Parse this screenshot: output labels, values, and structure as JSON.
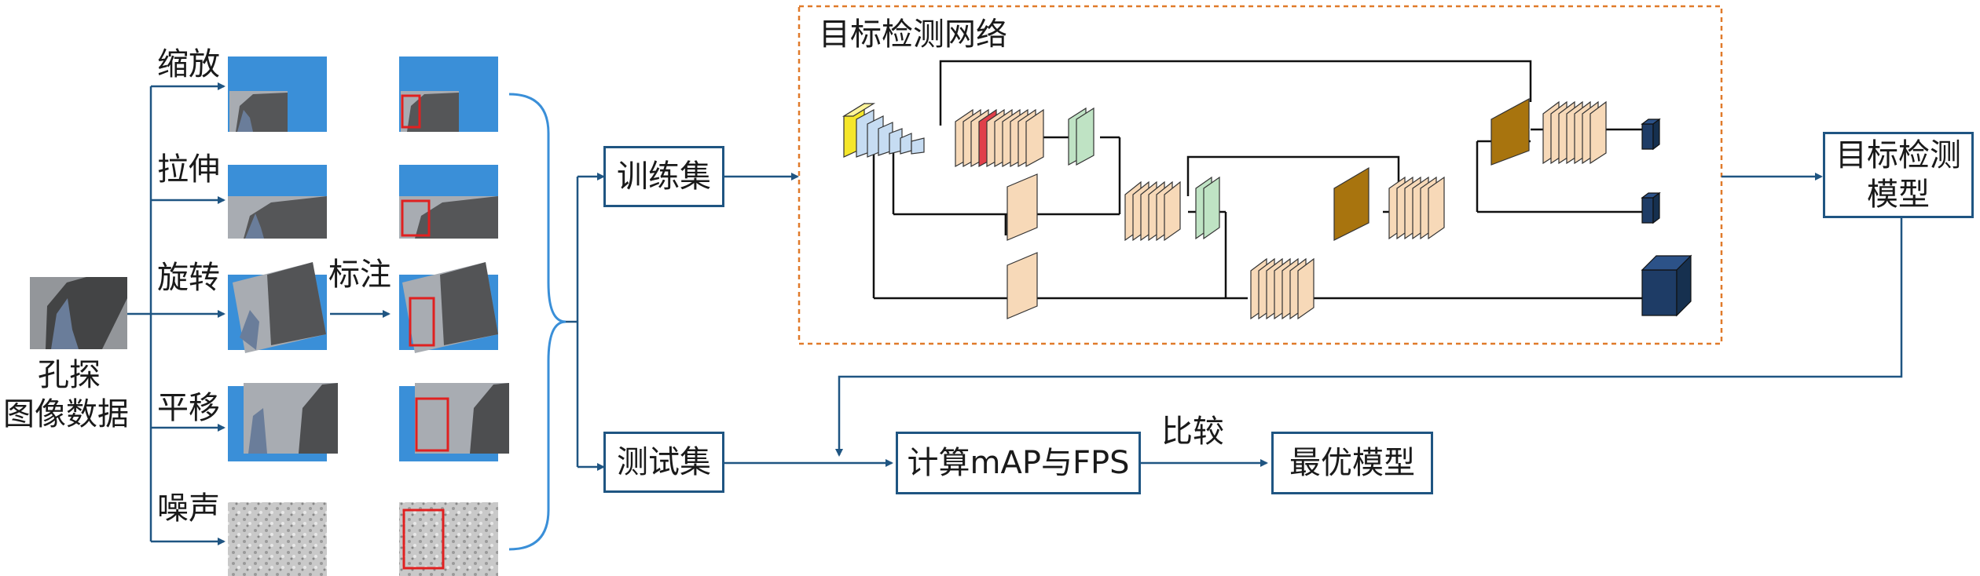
{
  "source": {
    "label_line1": "孔探",
    "label_line2": "图像数据"
  },
  "augment": [
    "缩放",
    "拉伸",
    "旋转",
    "平移",
    "噪声"
  ],
  "annotate_label": "标注",
  "train_label": "训练集",
  "test_label": "测试集",
  "network_title": "目标检测网络",
  "model_label": "目标检测\n模型",
  "compute_label": "计算mAP与FPS",
  "compare_label": "比较",
  "best_label": "最优模型",
  "colors": {
    "arrow": "#1f5582",
    "image_bg": "#3a8fd8",
    "bbox": "#e02020",
    "dashed_frame": "#e07a2a",
    "layer_cream": "#f7d9b8",
    "layer_yellow": "#f5e62a",
    "layer_blue": "#c6dcf2",
    "layer_red": "#e0404a",
    "layer_green": "#bfe3c4",
    "layer_brown": "#a8740e",
    "head_navy": "#1e3c66"
  }
}
